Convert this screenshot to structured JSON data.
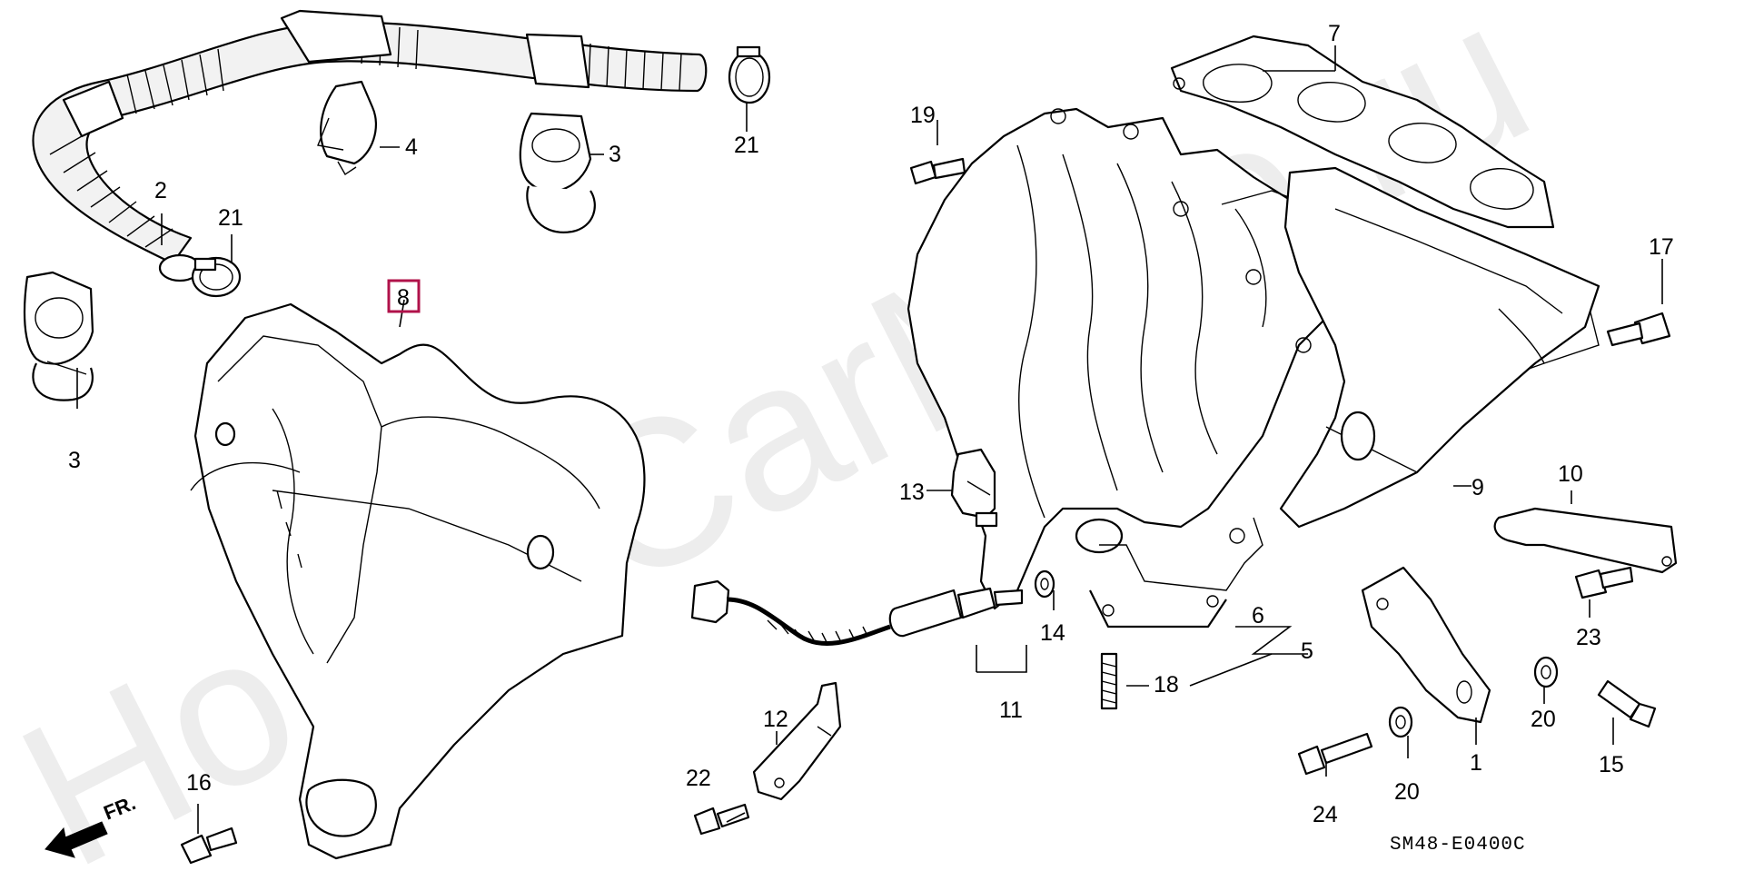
{
  "watermark": "HondaCarMine.ru",
  "diagram_code": "SM48-E0400C",
  "direction_label": "FR.",
  "highlighted_callout": "8",
  "highlight_color": "#b0124a",
  "callouts": {
    "c1": "1",
    "c2": "2",
    "c3a": "3",
    "c3b": "3",
    "c4": "4",
    "c5": "5",
    "c6": "6",
    "c7": "7",
    "c8": "8",
    "c9": "9",
    "c10": "10",
    "c11": "11",
    "c12": "12",
    "c13": "13",
    "c14": "14",
    "c15": "15",
    "c16": "16",
    "c17": "17",
    "c18": "18",
    "c19": "19",
    "c20a": "20",
    "c20b": "20",
    "c21a": "21",
    "c21b": "21",
    "c22": "22",
    "c23": "23",
    "c24": "24"
  }
}
